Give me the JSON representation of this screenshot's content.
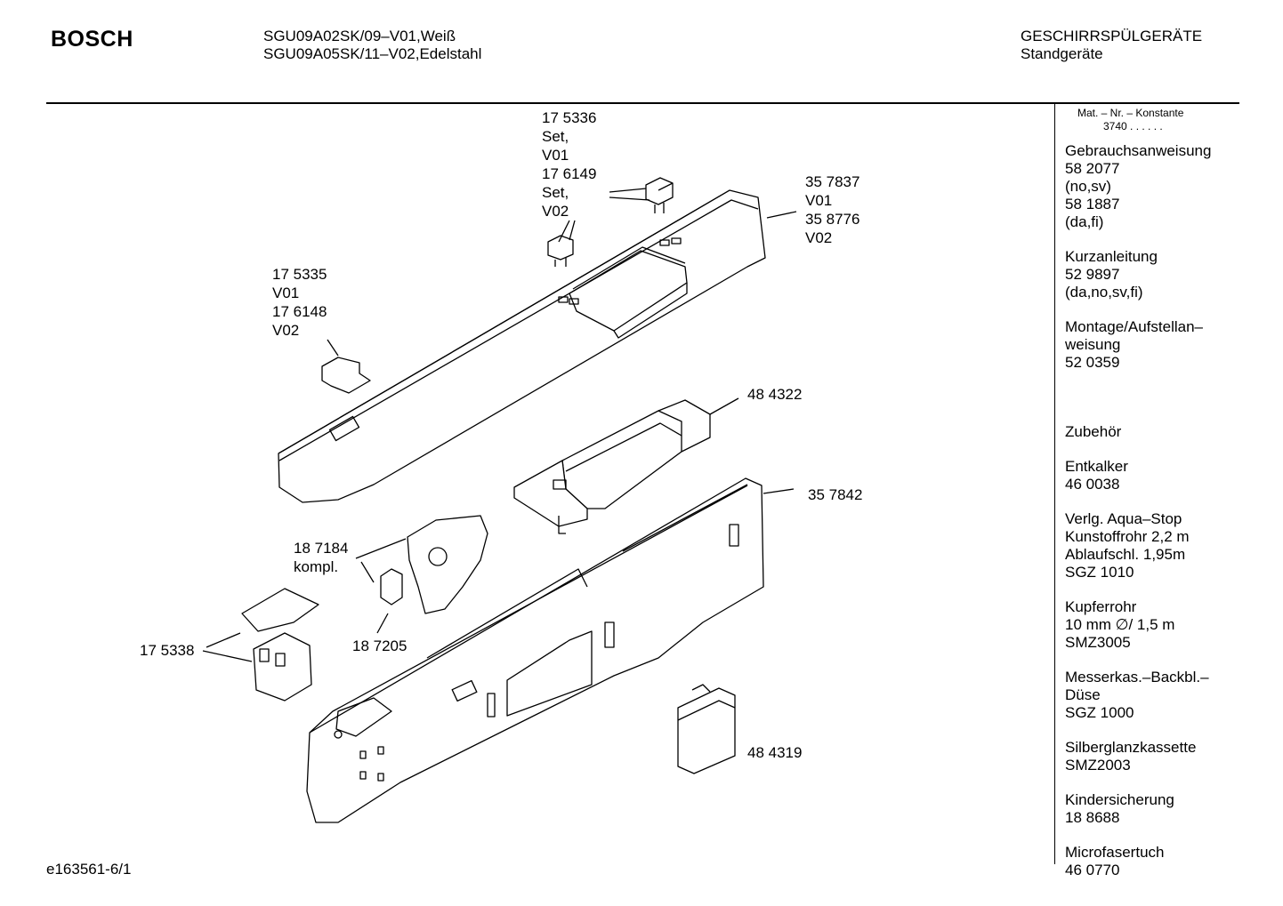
{
  "header": {
    "brand": "BOSCH",
    "model_line_1": "SGU09A02SK/09–V01,Weiß",
    "model_line_2": "SGU09A05SK/11–V02,Edelstahl",
    "category": "GESCHIRRSPÜLGERÄTE",
    "subcategory": "Standgeräte"
  },
  "sidebar": {
    "konstante_label": "Mat. – Nr. – Konstante",
    "konstante_value": "3740  .  .  .  .  .  .",
    "groups": [
      [
        "Gebrauchsanweisung",
        "58 2077",
        "(no,sv)",
        "58 1887",
        "(da,fi)"
      ],
      [
        "Kurzanleitung",
        "52 9897",
        "(da,no,sv,fi)"
      ],
      [
        "Montage/Aufstellan–",
        "weisung",
        "52 0359"
      ],
      [
        ""
      ],
      [
        "Zubehör"
      ],
      [
        "Entkalker",
        "46 0038"
      ],
      [
        "Verlg. Aqua–Stop",
        "Kunstoffrohr 2,2 m",
        "Ablaufschl. 1,95m",
        "SGZ 1010"
      ],
      [
        "Kupferrohr",
        "10 mm ∅/ 1,5 m",
        "SMZ3005"
      ],
      [
        "Messerkas.–Backbl.–",
        "Düse",
        "SGZ 1000"
      ],
      [
        "Silberglanzkassette",
        "SMZ2003"
      ],
      [
        "Kindersicherung",
        "18 8688"
      ],
      [
        "Microfasertuch",
        "46 0770"
      ]
    ]
  },
  "labels": {
    "l175336": [
      "17 5336",
      "Set,",
      " V01",
      "17 6149",
      "Set,",
      " V02"
    ],
    "l357837": [
      "35 7837",
      "V01",
      "35 8776",
      "V02"
    ],
    "l175335": [
      "17 5335",
      "V01",
      "17 6148",
      "V02"
    ],
    "l484322": [
      "48 4322"
    ],
    "l357842": [
      "35 7842"
    ],
    "l187184": [
      "18 7184",
      "kompl."
    ],
    "l175338": [
      "17 5338"
    ],
    "l187205": [
      "18 7205"
    ],
    "l484319": [
      "48 4319"
    ]
  },
  "footer": {
    "code": "e163561-6/1"
  }
}
